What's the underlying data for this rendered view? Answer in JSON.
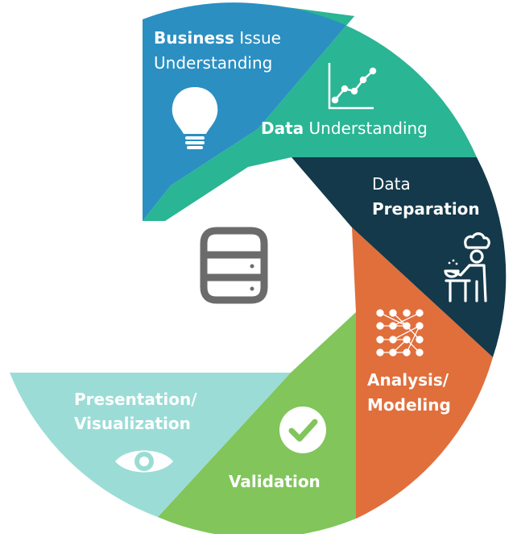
{
  "colors": {
    "business": "#2b8fc2",
    "data_understanding": "#2ab594",
    "preparation": "#14394a",
    "analysis": "#e06f3c",
    "validation": "#81c55b",
    "presentation": "#9bdcd6",
    "text_light": "#ffffff",
    "text_dark": "#ffffff",
    "center_icon": "#6b6b6b"
  },
  "segments": [
    {
      "id": "business",
      "bold": "Business",
      "regular": " Issue",
      "line2": "Understanding",
      "icon": "lightbulb-icon"
    },
    {
      "id": "data_understanding",
      "bold": "Data",
      "regular": " Understanding",
      "icon": "line-chart-icon"
    },
    {
      "id": "preparation",
      "line1": "Data",
      "line2": "Preparation",
      "icon": "chef-icon"
    },
    {
      "id": "analysis",
      "line1": "Analysis/",
      "line2": "Modeling",
      "icon": "neural-network-icon"
    },
    {
      "id": "validation",
      "label": "Validation",
      "icon": "check-circle-icon"
    },
    {
      "id": "presentation",
      "line1": "Presentation/",
      "line2": "Visualization",
      "icon": "eye-icon"
    }
  ],
  "center": {
    "icon": "database-icon"
  }
}
